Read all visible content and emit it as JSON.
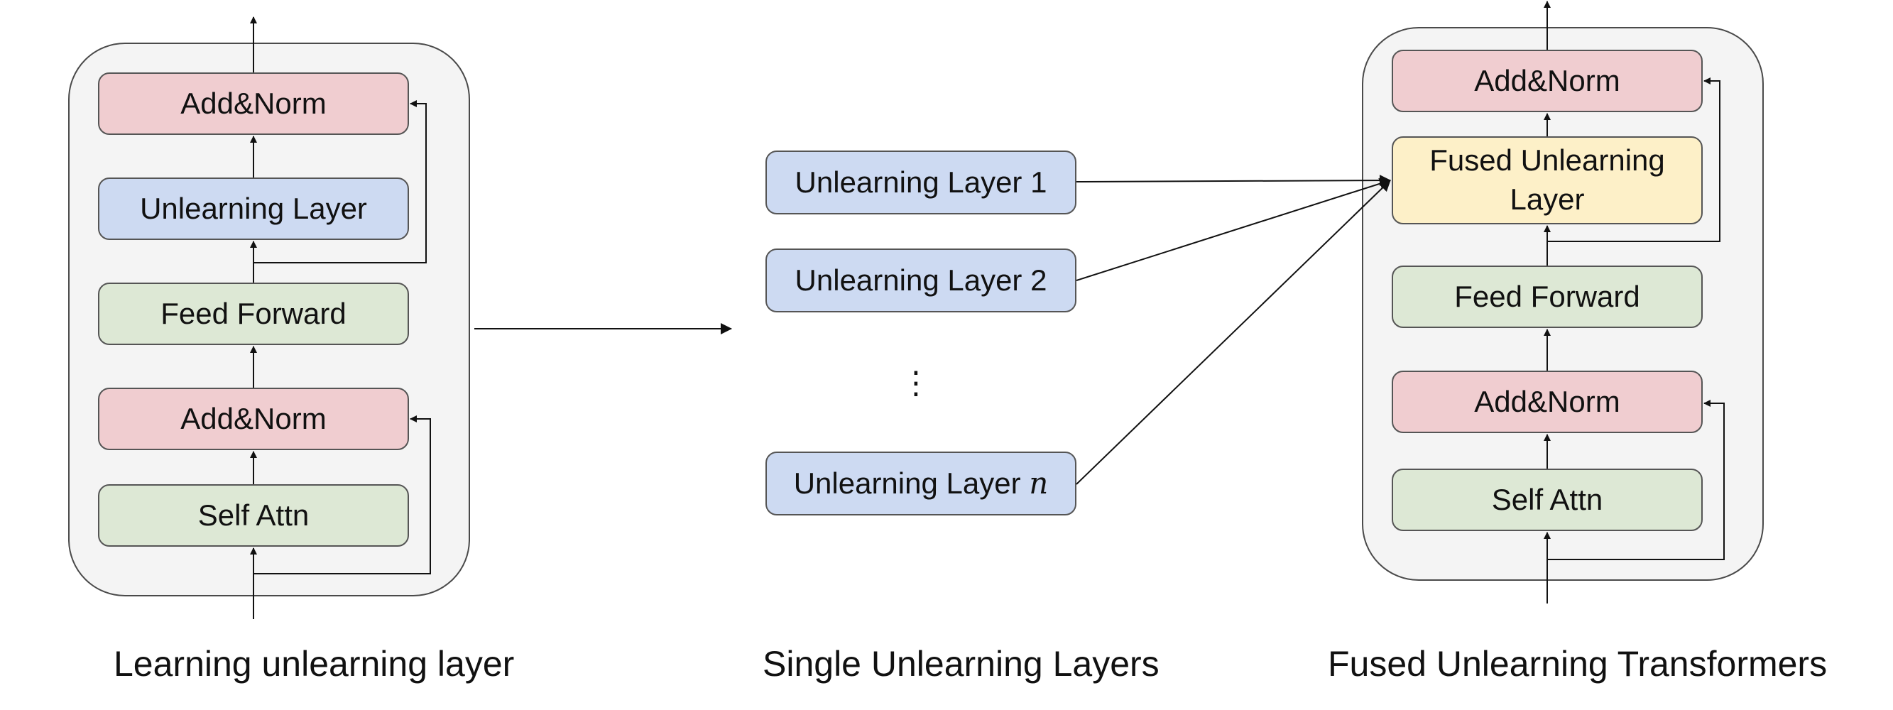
{
  "left": {
    "caption": "Learning unlearning layer",
    "blocks": [
      "Add&Norm",
      "Unlearning Layer",
      "Feed Forward",
      "Add&Norm",
      "Self Attn"
    ]
  },
  "middle": {
    "caption": "Single Unlearning Layers",
    "layers": [
      "Unlearning Layer 1",
      "Unlearning Layer 2",
      "Unlearning Layer "
    ],
    "ellipsis": "⋮",
    "n_symbol": "n"
  },
  "right": {
    "caption": "Fused Unlearning Transformers",
    "blocks": [
      "Add&Norm",
      "Fused Unlearning Layer",
      "Feed Forward",
      "Add&Norm",
      "Self Attn"
    ]
  },
  "colors": {
    "add_norm": "#f0cdd0",
    "unlearning": "#cddaf2",
    "feed_forward_attn": "#dde8d5",
    "fused": "#fdf0c8",
    "panel": "#f4f4f4"
  }
}
